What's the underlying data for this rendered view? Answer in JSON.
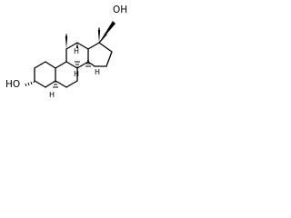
{
  "molecule": {
    "labels": {
      "oh_top": "OH",
      "ho_left": "HO",
      "h_ring_junction_1": "H",
      "h_ring_junction_2": "H",
      "h_ring_junction_3": "H",
      "h_ring_junction_4": "H"
    }
  }
}
